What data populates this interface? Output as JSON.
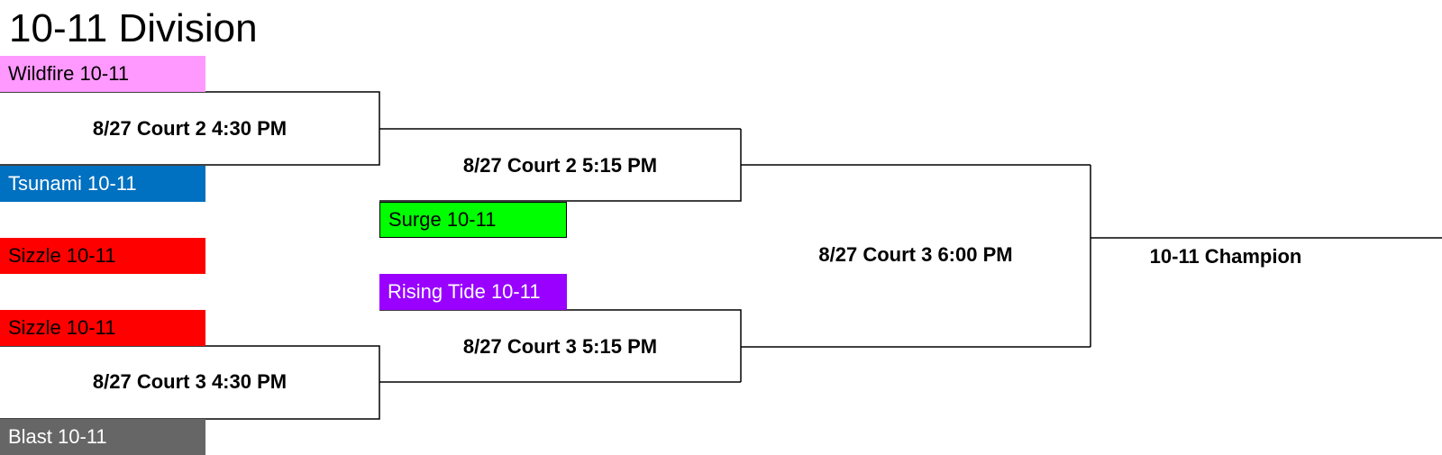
{
  "title": "10-11 Division",
  "colors": {
    "line": "#000000",
    "wildfire": "#FF99FF",
    "tsunami": "#0070C0",
    "surge": "#00FF00",
    "sizzle": "#FF0000",
    "rising_tide": "#9900FF",
    "blast": "#666666"
  },
  "teams": {
    "wildfire": "Wildfire 10-11",
    "tsunami": "Tsunami 10-11",
    "surge": "Surge 10-11",
    "sizzle_1": "Sizzle 10-11",
    "sizzle_2": "Sizzle 10-11",
    "rising_tide": "Rising Tide 10-11",
    "blast": "Blast 10-11"
  },
  "games": {
    "round1_top": "8/27 Court 2 4:30 PM",
    "round1_bottom": "8/27 Court 3 4:30 PM",
    "semi_top": "8/27 Court 2 5:15 PM",
    "semi_bottom": "8/27 Court 3 5:15 PM",
    "final": "8/27 Court 3 6:00 PM",
    "champion": "10-11 Champion"
  }
}
